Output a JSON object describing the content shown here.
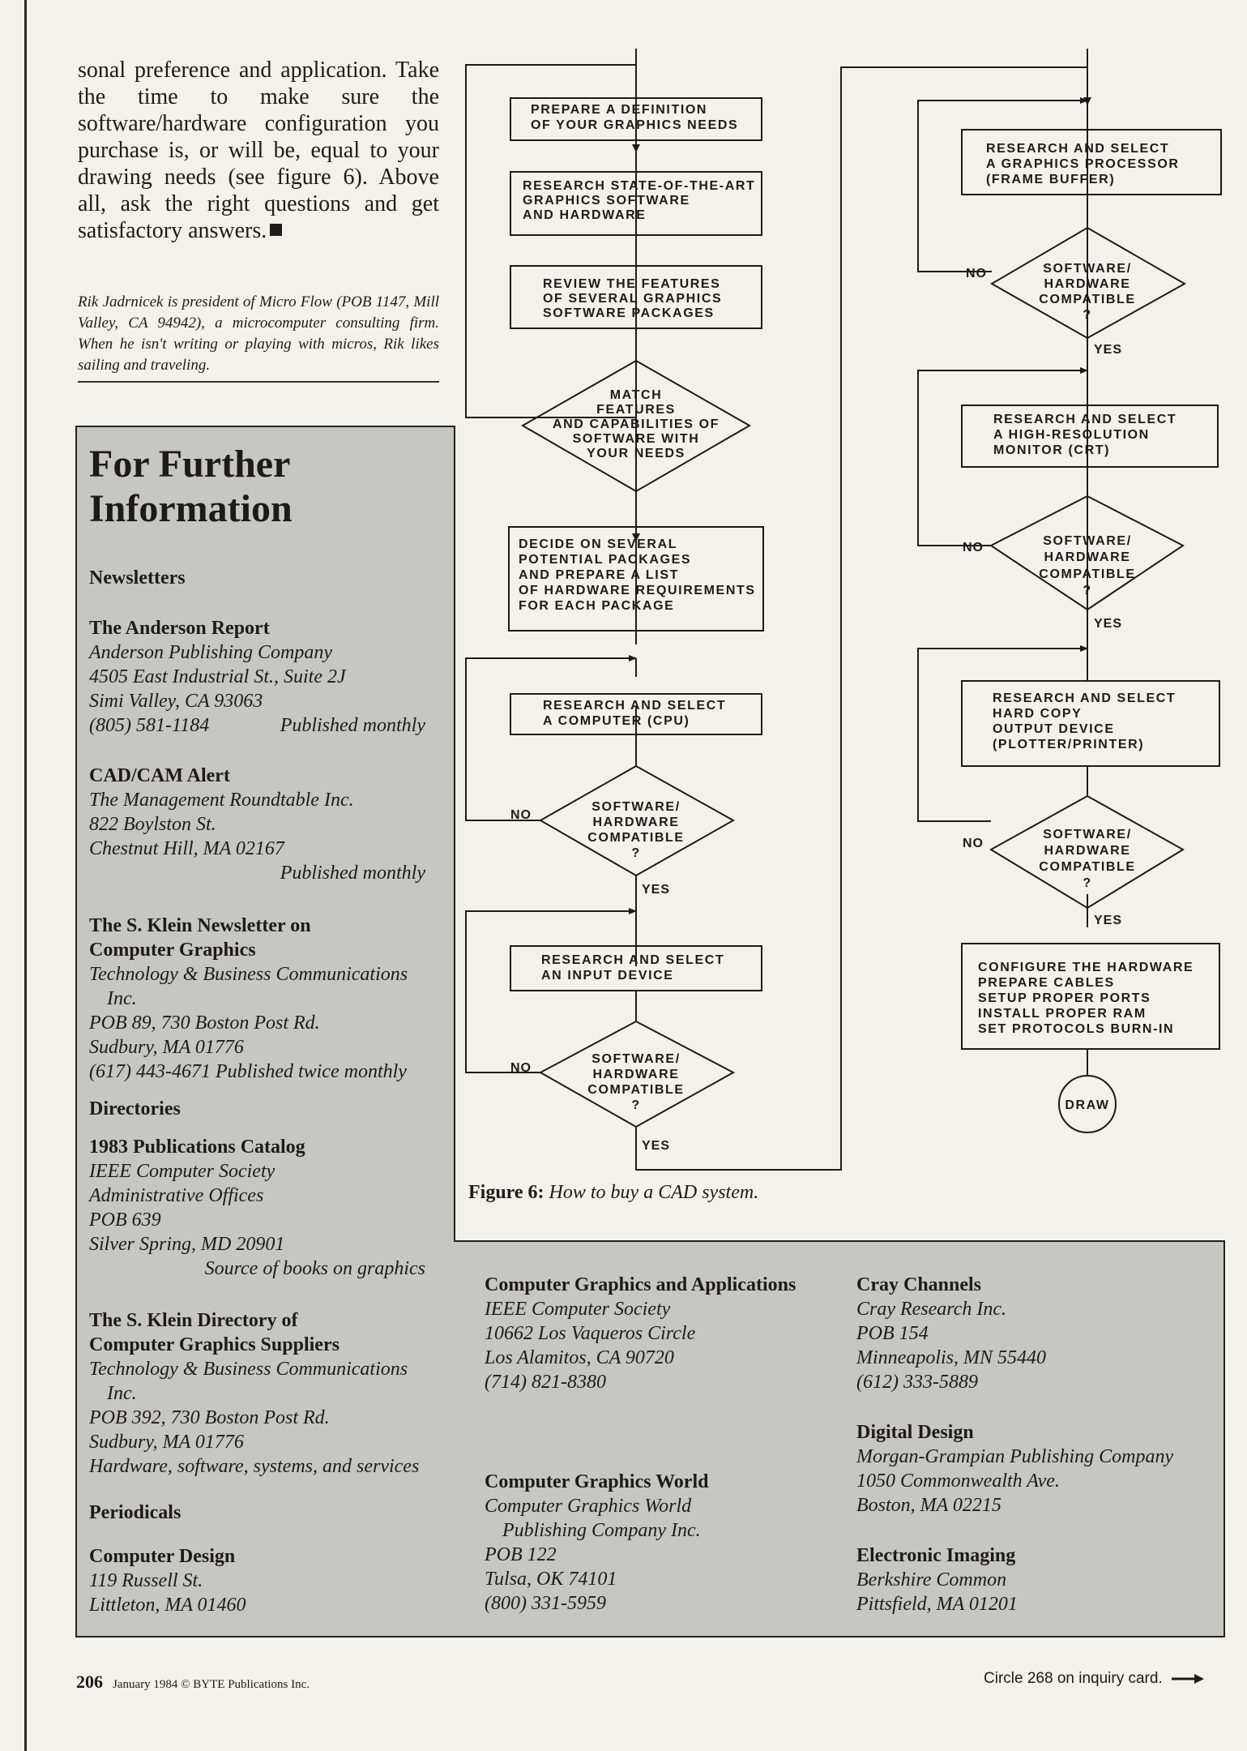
{
  "intro": {
    "text": "sonal preference and application. Take the time to make sure the software/hardware configuration you purchase is, or will be, equal to your drawing needs (see figure 6). Above all, ask the right questions and get satisfactory answers."
  },
  "bio": {
    "text": "Rik Jadrnicek is president of Micro Flow (POB 1147, Mill Valley, CA 94942), a microcomputer consulting firm. When he isn't writing or playing with micros, Rik likes sailing and traveling."
  },
  "sidebar": {
    "title_line1": "For Further",
    "title_line2": "Information",
    "newsletters": "Newsletters",
    "anderson": {
      "title": "The Anderson Report",
      "l1": "Anderson Publishing Company",
      "l2": "4505 East Industrial St., Suite 2J",
      "l3": "Simi Valley, CA 93063",
      "phone": "(805) 581-1184",
      "freq": "Published monthly"
    },
    "cadcam": {
      "title": "CAD/CAM Alert",
      "l1": "The Management Roundtable Inc.",
      "l2": "822 Boylston St.",
      "l3": "Chestnut Hill, MA 02167",
      "freq": "Published monthly"
    },
    "klein_news": {
      "title1": "The S. Klein Newsletter on",
      "title2": "Computer Graphics",
      "l1": "Technology & Business Communications",
      "l1b": "Inc.",
      "l2": "POB 89, 730 Boston Post Rd.",
      "l3": "Sudbury, MA 01776",
      "l4": "(617) 443-4671 Published twice monthly"
    },
    "directories": "Directories",
    "catalog": {
      "title": "1983 Publications Catalog",
      "l1": "IEEE Computer Society",
      "l2": "Administrative Offices",
      "l3": "POB 639",
      "l4": "Silver Spring, MD 20901",
      "note": "Source of books on graphics"
    },
    "klein_dir": {
      "title1": "The S. Klein Directory of",
      "title2": "Computer Graphics Suppliers",
      "l1": "Technology & Business Communications",
      "l1b": "Inc.",
      "l2": "POB 392, 730 Boston Post Rd.",
      "l3": "Sudbury, MA 01776",
      "l4": "Hardware, software, systems, and services"
    },
    "periodicals": "Periodicals",
    "design": {
      "title": "Computer Design",
      "l1": "119 Russell St.",
      "l2": "Littleton, MA 01460"
    },
    "cga": {
      "title": "Computer Graphics and Applications",
      "l1": "IEEE Computer Society",
      "l2": "10662 Los Vaqueros Circle",
      "l3": "Los Alamitos, CA 90720",
      "l4": "(714) 821-8380"
    },
    "cgw": {
      "title": "Computer Graphics World",
      "l1": "Computer Graphics World",
      "l1b": "Publishing Company Inc.",
      "l2": "POB 122",
      "l3": "Tulsa, OK 74101",
      "l4": "(800) 331-5959"
    },
    "cray": {
      "title": "Cray Channels",
      "l1": "Cray Research Inc.",
      "l2": "POB 154",
      "l3": "Minneapolis, MN 55440",
      "l4": "(612) 333-5889"
    },
    "digital": {
      "title": "Digital Design",
      "l1": "Morgan-Grampian Publishing Company",
      "l2": "1050 Commonwealth Ave.",
      "l3": "Boston, MA 02215"
    },
    "electronic": {
      "title": "Electronic Imaging",
      "l1": "Berkshire Common",
      "l2": "Pittsfield, MA 01201"
    }
  },
  "flowchart": {
    "b1": [
      "PREPARE A DEFINITION",
      "OF YOUR GRAPHICS NEEDS"
    ],
    "b2": [
      "RESEARCH STATE-OF-THE-ART",
      "GRAPHICS SOFTWARE",
      "AND HARDWARE"
    ],
    "b3": [
      "REVIEW THE FEATURES",
      "OF SEVERAL GRAPHICS",
      "SOFTWARE PACKAGES"
    ],
    "d1": [
      "MATCH",
      "FEATURES",
      "AND CAPABILITIES OF",
      "SOFTWARE WITH",
      "YOUR NEEDS"
    ],
    "b4": [
      "DECIDE ON SEVERAL",
      "POTENTIAL PACKAGES",
      "AND PREPARE A LIST",
      "OF HARDWARE REQUIREMENTS",
      "FOR EACH PACKAGE"
    ],
    "b5": [
      "RESEARCH AND SELECT",
      "A COMPUTER (CPU)"
    ],
    "b6": [
      "RESEARCH AND SELECT",
      "AN INPUT DEVICE"
    ],
    "b7": [
      "RESEARCH AND SELECT",
      "A GRAPHICS PROCESSOR",
      "(FRAME BUFFER)"
    ],
    "b8": [
      "RESEARCH AND SELECT",
      "A HIGH-RESOLUTION",
      "MONITOR (CRT)"
    ],
    "b9": [
      "RESEARCH AND SELECT",
      "HARD COPY",
      "OUTPUT DEVICE",
      "(PLOTTER/PRINTER)"
    ],
    "b10": [
      "CONFIGURE THE HARDWARE",
      "PREPARE CABLES",
      "SETUP PROPER PORTS",
      "INSTALL PROPER RAM",
      "SET PROTOCOLS BURN-IN"
    ],
    "compat": [
      "SOFTWARE/",
      "HARDWARE",
      "COMPATIBLE",
      "?"
    ],
    "yes": "YES",
    "no": "NO",
    "draw": "DRAW"
  },
  "caption": {
    "label": "Figure 6:",
    "text": "How to buy a CAD system."
  },
  "footer": {
    "page": "206",
    "copyright": "January 1984 © BYTE Publications Inc.",
    "inquiry": "Circle 268 on inquiry card."
  }
}
